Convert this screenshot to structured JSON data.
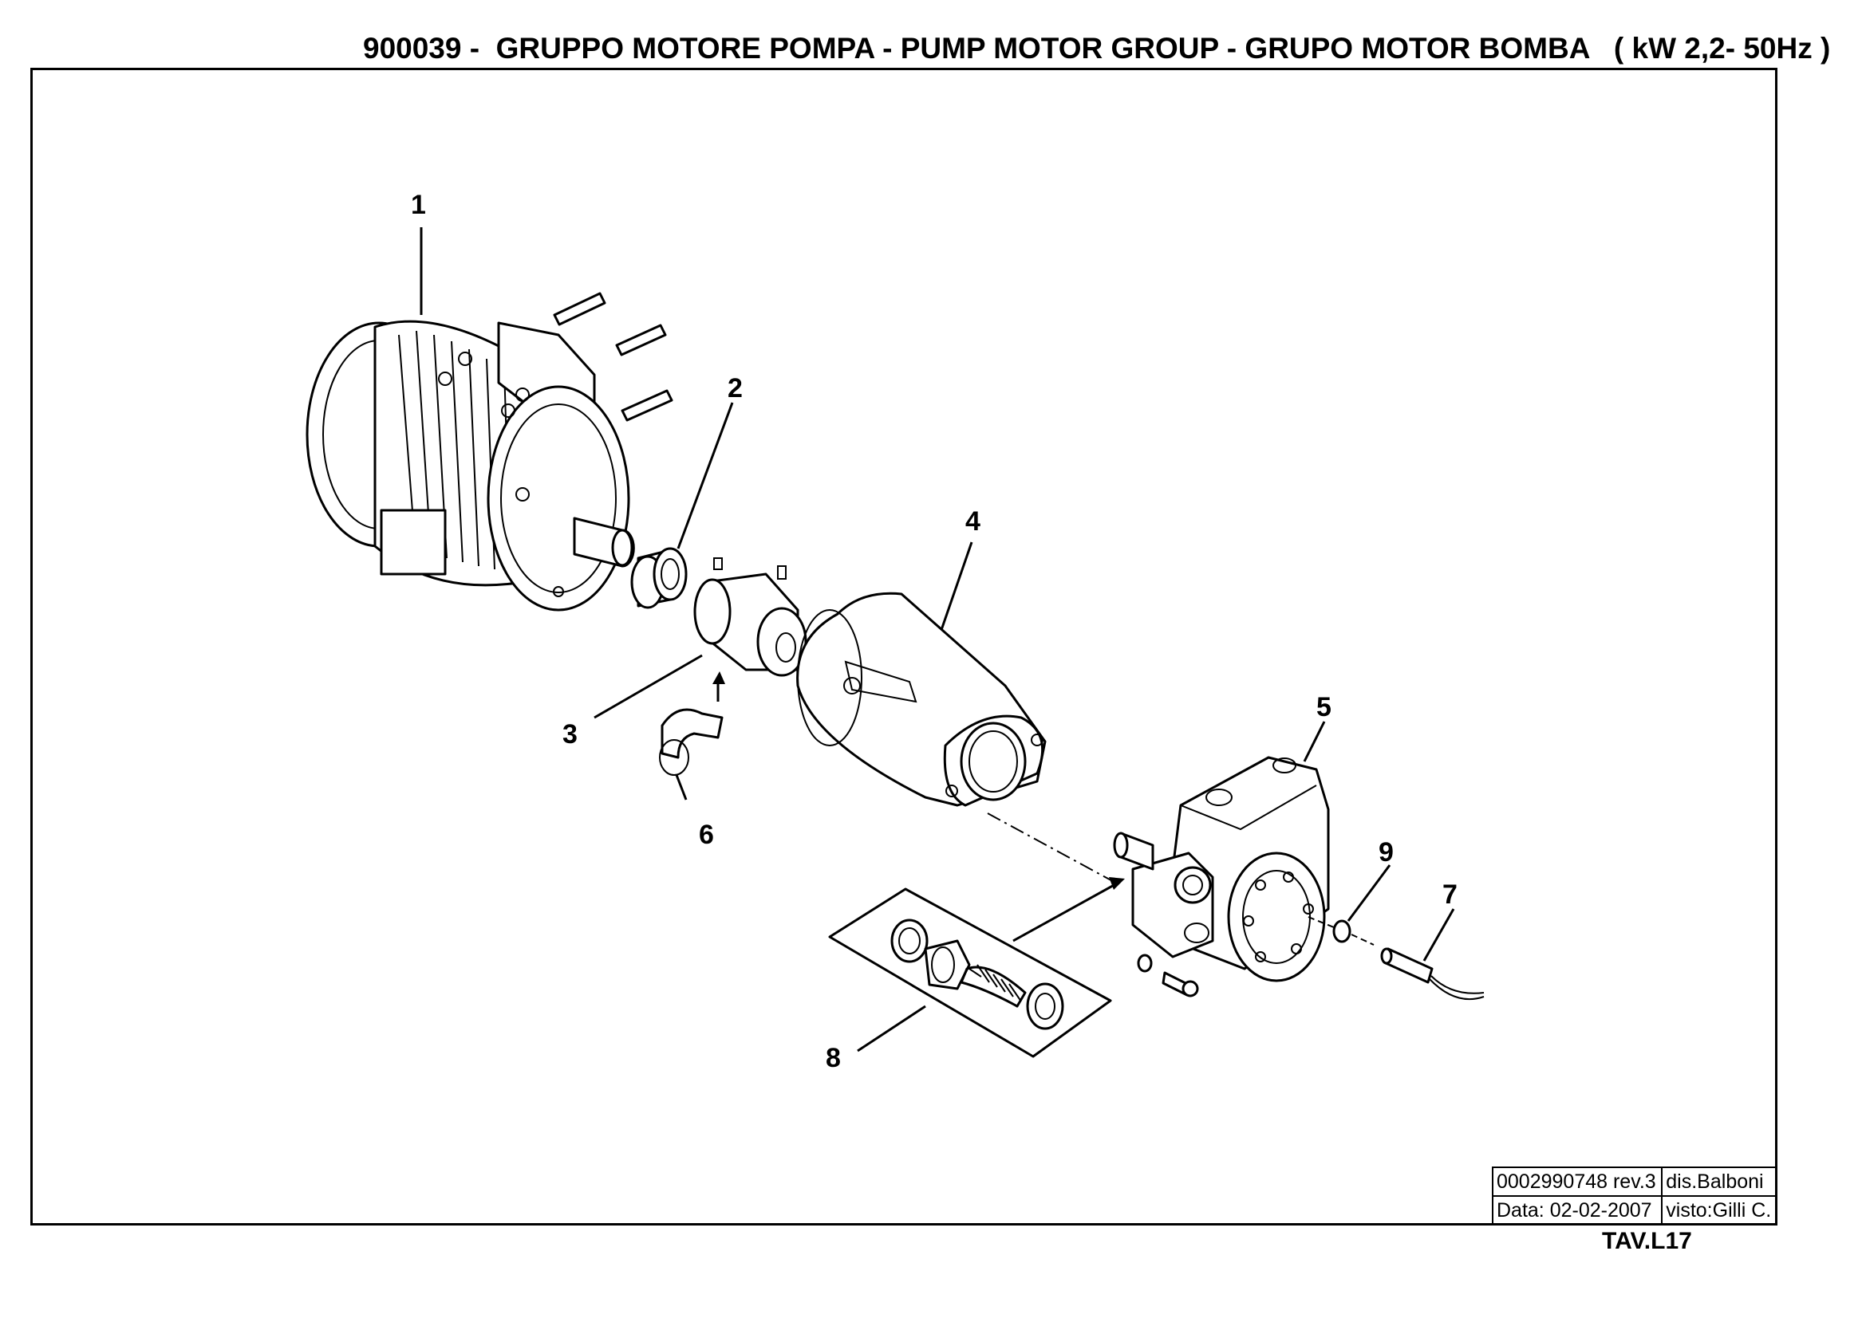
{
  "header": {
    "title": "900039 -  GRUPPO MOTORE POMPA - PUMP MOTOR GROUP - GRUPO MOTOR BOMBA   ( kW 2,2- 50Hz )"
  },
  "callouts": [
    "1",
    "2",
    "3",
    "4",
    "5",
    "6",
    "7",
    "8",
    "9"
  ],
  "title_block": {
    "drawing_number": "0002990748 rev.3",
    "drawn_by": "dis.Balboni",
    "date": "Data: 02-02-2007",
    "checked_by": "visto:Gilli C."
  },
  "sheet": "TAV.L17"
}
